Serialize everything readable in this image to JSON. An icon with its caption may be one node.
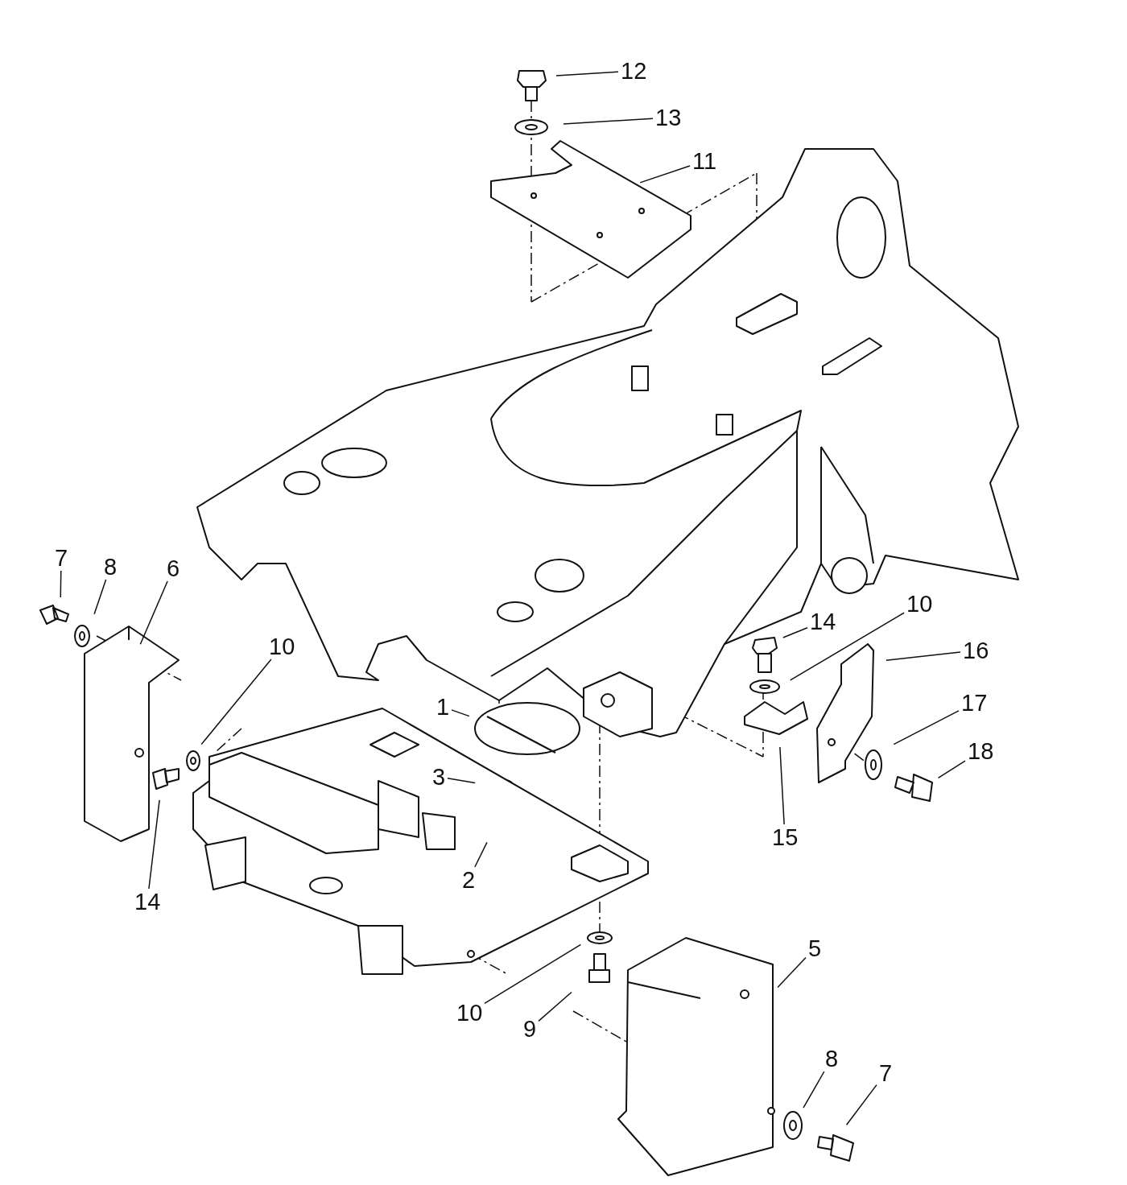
{
  "diagram": {
    "nodes": [
      {
        "text": [
          "12"
        ]
      },
      {
        "text": [
          "13"
        ]
      },
      {
        "text": [
          "11"
        ]
      },
      {
        "text": [
          "7"
        ]
      },
      {
        "text": [
          "8"
        ]
      },
      {
        "text": [
          "6"
        ]
      },
      {
        "text": [
          "10"
        ]
      },
      {
        "text": [
          "14"
        ]
      },
      {
        "text": [
          "10"
        ]
      },
      {
        "text": [
          "16"
        ]
      },
      {
        "text": [
          "17"
        ]
      },
      {
        "text": [
          "1"
        ]
      },
      {
        "text": [
          "18"
        ]
      },
      {
        "text": [
          "3"
        ]
      },
      {
        "text": [
          "15"
        ]
      },
      {
        "text": [
          "2"
        ]
      },
      {
        "text": [
          "14"
        ]
      },
      {
        "text": [
          "5"
        ]
      },
      {
        "text": [
          "10"
        ]
      },
      {
        "text": [
          "9"
        ]
      },
      {
        "text": [
          "8"
        ]
      },
      {
        "text": [
          "7"
        ]
      }
    ],
    "edges": [
      {
        "from": 0,
        "to": null,
        "arrow": "none"
      },
      {
        "from": 1,
        "to": null,
        "arrow": "none"
      },
      {
        "from": 2,
        "to": null,
        "arrow": "none"
      },
      {
        "from": 3,
        "to": null,
        "arrow": "none"
      },
      {
        "from": 4,
        "to": null,
        "arrow": "none"
      },
      {
        "from": 5,
        "to": null,
        "arrow": "none"
      },
      {
        "from": 6,
        "to": null,
        "arrow": "none"
      },
      {
        "from": 7,
        "to": null,
        "arrow": "none"
      },
      {
        "from": 8,
        "to": null,
        "arrow": "none"
      },
      {
        "from": 9,
        "to": null,
        "arrow": "none"
      },
      {
        "from": 10,
        "to": null,
        "arrow": "none"
      },
      {
        "from": 11,
        "to": null,
        "arrow": "none"
      },
      {
        "from": 12,
        "to": null,
        "arrow": "none"
      },
      {
        "from": 13,
        "to": null,
        "arrow": "none"
      },
      {
        "from": 14,
        "to": null,
        "arrow": "none"
      },
      {
        "from": 15,
        "to": null,
        "arrow": "none"
      },
      {
        "from": 16,
        "to": null,
        "arrow": "none"
      },
      {
        "from": 17,
        "to": null,
        "arrow": "none"
      },
      {
        "from": 18,
        "to": null,
        "arrow": "none"
      },
      {
        "from": 19,
        "to": null,
        "arrow": "none"
      },
      {
        "from": 20,
        "to": null,
        "arrow": "none"
      },
      {
        "from": 21,
        "to": null,
        "arrow": "none"
      }
    ]
  }
}
